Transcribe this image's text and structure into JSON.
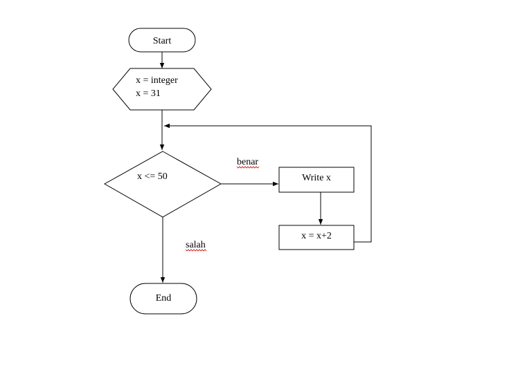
{
  "flowchart": {
    "start": {
      "label": "Start"
    },
    "init": {
      "line1": "x = integer",
      "line2": "x = 31"
    },
    "decision": {
      "label": "x <= 50"
    },
    "write": {
      "label": "Write x"
    },
    "increment": {
      "label": "x = x+2"
    },
    "end": {
      "label": "End"
    },
    "edges": {
      "true_label": "benar",
      "false_label": "salah"
    }
  },
  "colors": {
    "stroke": "#000000",
    "background": "#ffffff",
    "spellcheck": "#d00000"
  }
}
